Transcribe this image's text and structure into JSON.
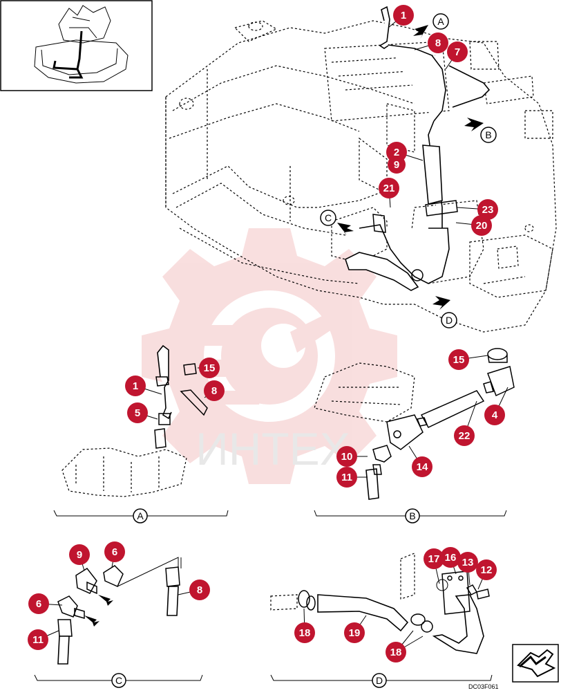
{
  "watermark": {
    "text": "ИНТЕХ",
    "color": "#f2b8b8"
  },
  "colors": {
    "callout": "#c0152f",
    "callout_text": "#ffffff"
  },
  "callouts": [
    "1",
    "8",
    "7",
    "2",
    "9",
    "21",
    "23",
    "20",
    "15",
    "1",
    "8",
    "5",
    "15",
    "4",
    "22",
    "14",
    "10",
    "11",
    "9",
    "6",
    "6",
    "8",
    "11",
    "17",
    "16",
    "13",
    "12",
    "18",
    "19",
    "18"
  ],
  "views": [
    "A",
    "B",
    "C",
    "D",
    "A",
    "B",
    "C",
    "D"
  ],
  "drawing_code": "DC03F061",
  "nav_icon": "next-page-arrow-icon"
}
